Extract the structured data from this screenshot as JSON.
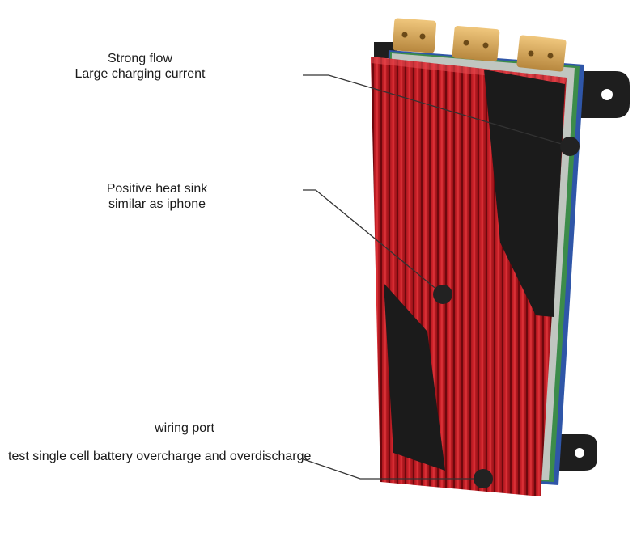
{
  "callouts": {
    "flow": {
      "line1": "Strong flow",
      "line2": "Large charging current"
    },
    "heat_sink": {
      "line1": "Positive heat sink",
      "line2": "similar as iphone"
    },
    "wiring": {
      "title": "wiring port",
      "description": "test single cell battery overcharge and overdischarge"
    }
  },
  "colors": {
    "heat_sink_red": "#c81a22",
    "fin_dark": "#7a0a10",
    "black_panel": "#1b1b1b",
    "terminal_gold": "#d9a85a",
    "pcb_green": "#3c8c4a",
    "pcb_blue": "#2f56a8",
    "leader_line": "#333333"
  }
}
